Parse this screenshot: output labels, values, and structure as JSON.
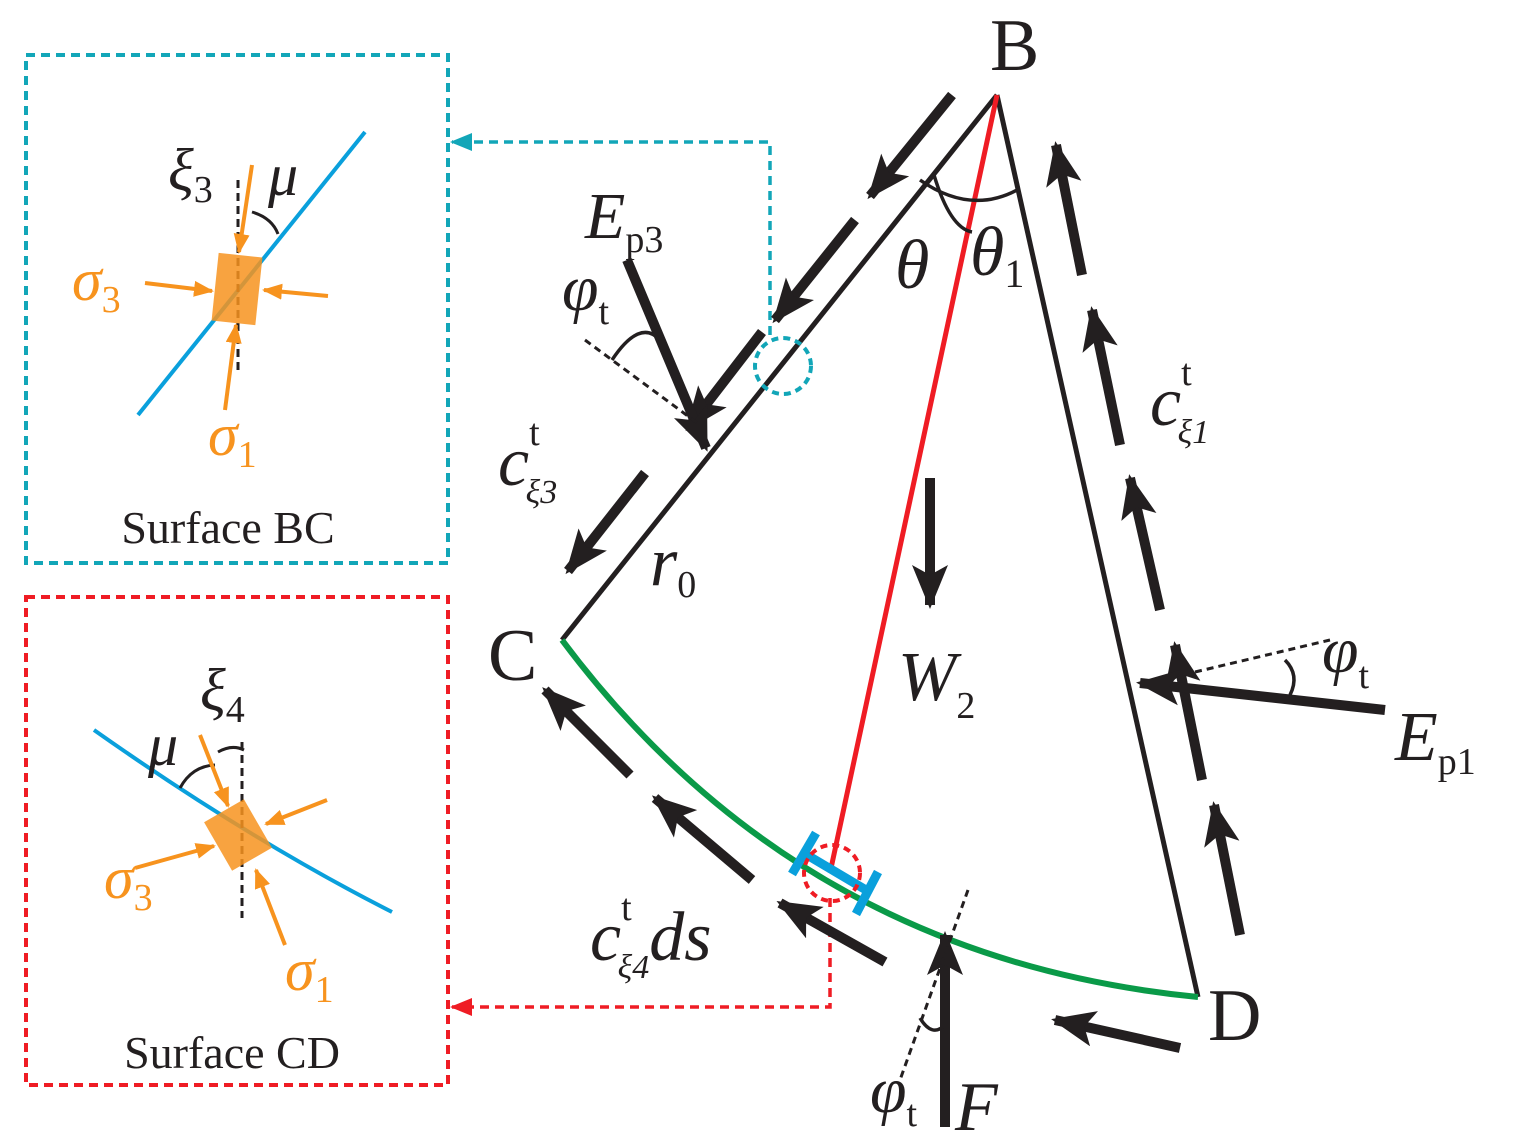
{
  "colors": {
    "ink": "#231f20",
    "red": "#ef1c24",
    "green": "#0a9a48",
    "blue": "#0aa0dc",
    "teal": "#12a6b8",
    "orange": "#f7931e",
    "box_red": "#ef1c24"
  },
  "points": {
    "B": "B",
    "C": "C",
    "D": "D"
  },
  "labels": {
    "Ep3": {
      "main": "E",
      "sub": "p3"
    },
    "Ep1": {
      "main": "E",
      "sub": "p1"
    },
    "theta": "θ",
    "theta1": {
      "main": "θ",
      "sub": "1"
    },
    "phi_t": {
      "main": "φ",
      "sub": "t"
    },
    "r0": {
      "main": "r",
      "sub": "0"
    },
    "W2": {
      "main": "W",
      "sub": "2"
    },
    "F": "F",
    "c_xi3": {
      "main": "c",
      "sup": "t",
      "sub": "ξ3"
    },
    "c_xi1": {
      "main": "c",
      "sup": "t",
      "sub": "ξ1"
    },
    "c_xi4": {
      "main": "c",
      "sup": "t",
      "sub": "ξ4",
      "tail": "ds"
    }
  },
  "insets": {
    "bc": {
      "title": "Surface BC",
      "xi": {
        "main": "ξ",
        "sub": "3"
      },
      "mu": "μ",
      "sigma3": {
        "main": "σ",
        "sub": "3"
      },
      "sigma1": {
        "main": "σ",
        "sub": "1"
      }
    },
    "cd": {
      "title": "Surface CD",
      "xi": {
        "main": "ξ",
        "sub": "4"
      },
      "mu": "μ",
      "sigma3": {
        "main": "σ",
        "sub": "3"
      },
      "sigma1": {
        "main": "σ",
        "sub": "1"
      }
    }
  }
}
